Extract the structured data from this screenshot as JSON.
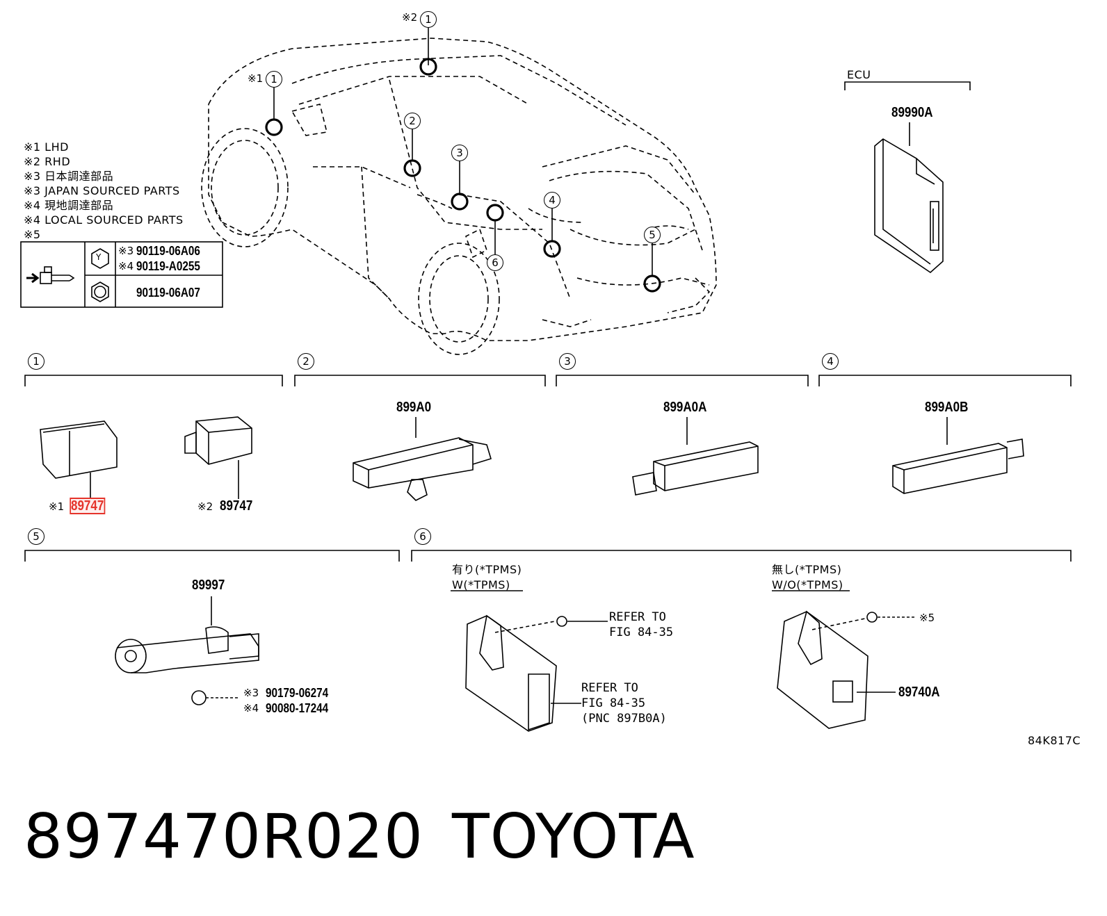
{
  "legend": {
    "notes": [
      "※1 LHD",
      "※2 RHD",
      "※3 日本調達部品",
      "※3 JAPAN SOURCED PARTS",
      "※4 現地調達部品",
      "※4 LOCAL SOURCED PARTS",
      "※5"
    ],
    "table": {
      "row1": {
        "line1_mark": "※3",
        "line1_pn": "90119-06A06",
        "line2_mark": "※4",
        "line2_pn": "90119-A0255",
        "nut_letter": "Y"
      },
      "row2": {
        "pn": "90119-06A07"
      }
    }
  },
  "car": {
    "callouts": [
      {
        "num": "1",
        "mark": "※2"
      },
      {
        "num": "1",
        "mark": "※1"
      },
      {
        "num": "2"
      },
      {
        "num": "3"
      },
      {
        "num": "4"
      },
      {
        "num": "5"
      },
      {
        "num": "6"
      }
    ]
  },
  "ecu": {
    "header": "ECU",
    "pn": "89990A"
  },
  "sections": {
    "s1": {
      "num": "1",
      "left_mark": "※1",
      "left_pn": "89747",
      "right_mark": "※2",
      "right_pn": "89747"
    },
    "s2": {
      "num": "2",
      "pn": "899A0"
    },
    "s3": {
      "num": "3",
      "pn": "899A0A"
    },
    "s4": {
      "num": "4",
      "pn": "899A0B"
    },
    "s5": {
      "num": "5",
      "pn": "89997",
      "mark3": "※3",
      "pn3": "90179-06274",
      "mark4": "※4",
      "pn4": "90080-17244"
    },
    "s6": {
      "num": "6",
      "with_jp": "有り(*TPMS)",
      "with_en": "W(*TPMS)",
      "without_jp": "無し(*TPMS)",
      "without_en": "W/O(*TPMS)",
      "refer1_l1": "REFER TO",
      "refer1_l2": "FIG 84-35",
      "refer2_l1": "REFER TO",
      "refer2_l2": "FIG 84-35",
      "refer2_l3": "(PNC 897B0A)",
      "mark5": "※5",
      "pn": "89740A"
    }
  },
  "figure_code": "84K817C",
  "footer": {
    "part_number": "897470R020",
    "brand": "TOYOTA"
  }
}
